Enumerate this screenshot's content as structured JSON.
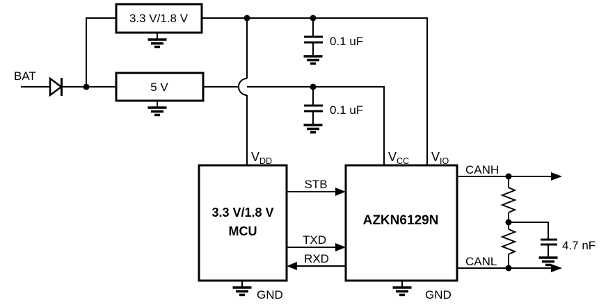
{
  "schematic": {
    "colors": {
      "wire": "#000000",
      "background": "#ffffff"
    },
    "battery": {
      "label": "BAT",
      "symbol": "diode-icon"
    },
    "regulators": {
      "reg33": {
        "label": "3.3 V/1.8 V",
        "ground": "earth-ground-icon"
      },
      "reg5": {
        "label": "5 V",
        "ground": "earth-ground-icon"
      }
    },
    "caps": {
      "cap1": {
        "label": "0.1 uF",
        "symbol": "capacitor-icon",
        "ground": "earth-ground-icon"
      },
      "cap2": {
        "label": "0.1 uF",
        "symbol": "capacitor-icon",
        "ground": "earth-ground-icon"
      },
      "split": {
        "label": "4.7 nF",
        "symbol": "capacitor-icon",
        "ground": "earth-ground-icon"
      }
    },
    "mcu": {
      "line1": "3.3 V/1.8 V",
      "line2": "MCU",
      "gnd_label": "GND",
      "vdd": {
        "base": "V",
        "sub": "DD"
      }
    },
    "transceiver": {
      "name": "AZKN6129N",
      "gnd_label": "GND",
      "vcc": {
        "base": "V",
        "sub": "CC"
      },
      "vio": {
        "base": "V",
        "sub": "IO"
      },
      "canh": "CANH",
      "canl": "CANL",
      "termination": {
        "symbol": "resistor-icon",
        "count": 2
      }
    },
    "signals": {
      "stb": "STB",
      "txd": "TXD",
      "rxd": "RXD"
    }
  }
}
